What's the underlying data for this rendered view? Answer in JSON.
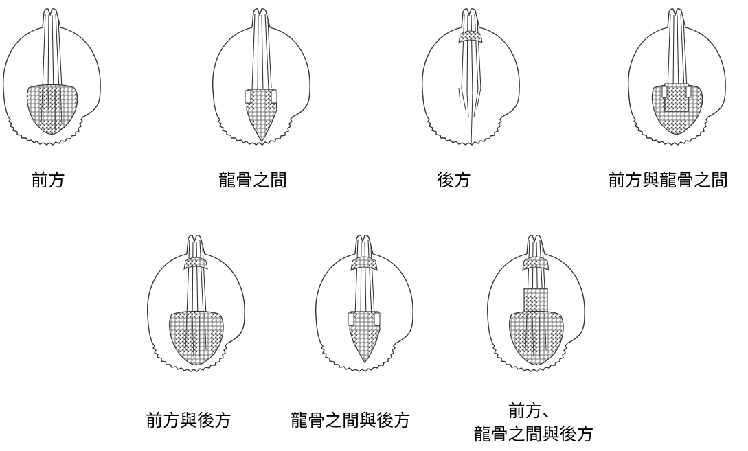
{
  "diagram": {
    "figures": [
      {
        "id": "fig1",
        "caption": "前方",
        "zone": "anterior"
      },
      {
        "id": "fig2",
        "caption": "龍骨之間",
        "zone": "carinal"
      },
      {
        "id": "fig3",
        "caption": "後方",
        "zone": "posterior"
      },
      {
        "id": "fig4",
        "caption": "前方與龍骨之間",
        "zone": "anterior+carinal"
      },
      {
        "id": "fig5",
        "caption": "前方與後方",
        "zone": "anterior+posterior"
      },
      {
        "id": "fig6",
        "caption": "龍骨之間與後方",
        "zone": "carinal+posterior"
      },
      {
        "id": "fig7",
        "caption_line1": "前方、",
        "caption_line2": "龍骨之間與後方",
        "zone": "all"
      }
    ],
    "line_color": "#333333"
  }
}
